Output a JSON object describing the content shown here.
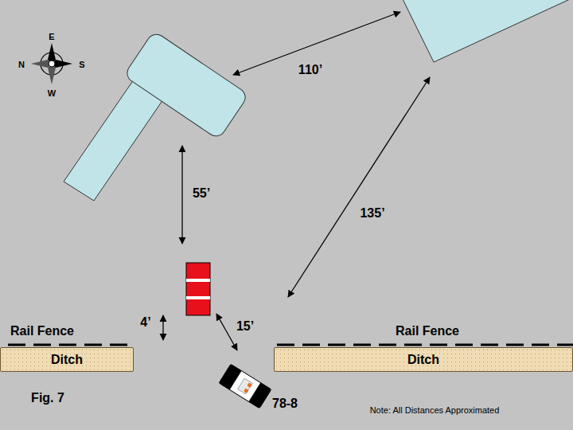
{
  "diagram": {
    "nodes": [
      {
        "text": [
          "Ditch"
        ]
      },
      {
        "text": [
          "Ditch"
        ]
      }
    ],
    "labels": [
      "N",
      "E",
      "S",
      "W",
      "110’",
      "55’",
      "135’",
      "4’",
      "15’",
      "Rail Fence",
      "Rail Fence",
      "Fig. 7",
      "78-8",
      "Note:  All Distances Approximated"
    ]
  }
}
